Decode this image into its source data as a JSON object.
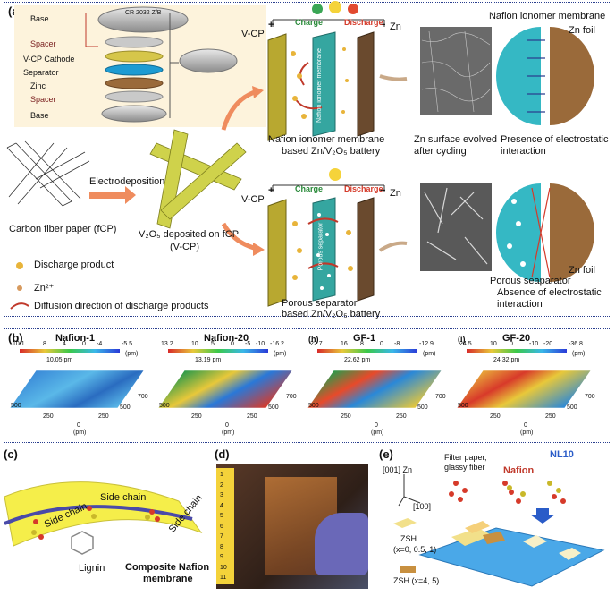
{
  "panel_a": {
    "tag": "(a)",
    "stack": [
      "Base",
      "Spacer",
      "V-CP Cathode",
      "Separator",
      "Zinc",
      "Spacer",
      "Base"
    ],
    "coin_label": "CR 2032 Z/B",
    "fcp_label": "Carbon fiber paper (fCP)",
    "electrodeposition": "Electrodeposition",
    "vcp_label_1": "V₂O₅ deposited on fCP",
    "vcp_label_2": "(V-CP)",
    "legend": {
      "discharge_product": "Discharge product",
      "zn_ion": "Zn²⁺",
      "diffusion": "Diffusion direction of discharge products"
    },
    "top_cell": {
      "plus": "+",
      "minus": "−",
      "charge": "Charge",
      "discharge": "Discharge",
      "vcp": "V-CP",
      "zn": "Zn",
      "membrane_text": "Nafion ionomer membrane",
      "caption_1": "Nafion ionomer membrane",
      "caption_2": "based Zn/V₂O₅ battery"
    },
    "bottom_cell": {
      "plus": "+",
      "minus": "−",
      "charge": "Charge",
      "discharge": "Discharge",
      "vcp": "V-CP",
      "zn": "Zn",
      "membrane_text": "Porous separator",
      "caption_1": "Porous separator",
      "caption_2": "based Zn/V₂O₅ battery"
    },
    "sem_top_caption_1": "Zn surface evolved",
    "sem_top_caption_2": "after cycling",
    "circle_top": {
      "membrane": "Nafion ionomer membrane",
      "foil": "Zn foil",
      "caption_1": "Presence of electrostatic",
      "caption_2": "interaction"
    },
    "circle_bottom": {
      "separator": "Porous seaparator",
      "foil": "Zn foil",
      "caption_1": "Absence of electrostatic",
      "caption_2": "interaction"
    }
  },
  "panel_b": {
    "tag": "(b)",
    "maps": [
      {
        "title": "Nafion-1",
        "max": "10.1",
        "ticks": [
          "8",
          "4",
          "0",
          "-4"
        ],
        "min": "-5.5",
        "unit": "(pm)",
        "height": "10.05 pm",
        "ax_a": "500",
        "ax_b": "250",
        "ax_c": "0",
        "ax_d": "250",
        "ax_e": "500",
        "ax_f": "700",
        "ax_z": "(pm)"
      },
      {
        "title": "Nafion-20",
        "max": "13.2",
        "ticks": [
          "10",
          "5",
          "0",
          "-5",
          "-10"
        ],
        "min": "-16.2",
        "unit": "(pm)",
        "height": "13.19 pm",
        "ax_a": "500",
        "ax_b": "250",
        "ax_c": "0",
        "ax_d": "250",
        "ax_e": "500",
        "ax_f": "700",
        "ax_z": "(pm)"
      },
      {
        "title": "GF-1",
        "max": "22.7",
        "ticks": [
          "16",
          "8",
          "0",
          "-8"
        ],
        "min": "-12.9",
        "unit": "(pm)",
        "height": "22.62 pm",
        "ax_a": "500",
        "ax_b": "250",
        "ax_c": "0",
        "ax_d": "250",
        "ax_e": "500",
        "ax_f": "700",
        "ax_z": "(pm)",
        "corner": "(h)"
      },
      {
        "title": "GF-20",
        "max": "24.5",
        "ticks": [
          "10",
          "0",
          "-10",
          "-20"
        ],
        "min": "-36.8",
        "unit": "(pm)",
        "height": "24.32 pm",
        "ax_a": "500",
        "ax_b": "250",
        "ax_c": "0",
        "ax_d": "250",
        "ax_e": "500",
        "ax_f": "700",
        "ax_z": "(pm)",
        "corner": "(i)"
      }
    ]
  },
  "panel_c": {
    "tag": "(c)",
    "side_chain_1": "Side chain",
    "side_chain_2": "Side chain",
    "side_chain_3": "Side chain",
    "lignin": "Lignin",
    "composite_1": "Composite Nafion",
    "composite_2": "membrane"
  },
  "panel_d": {
    "tag": "(d)",
    "ruler": [
      "1",
      "2",
      "3",
      "4",
      "5",
      "6",
      "7",
      "8",
      "9",
      "10",
      "11"
    ]
  },
  "panel_e": {
    "tag": "(e)",
    "axis_001": "[001] Zn",
    "axis_100": "[100]",
    "filter_1": "Filter paper,",
    "filter_2": "glassy fiber",
    "nafion": "Nafion",
    "nl10": "NL10",
    "zsh_1": "ZSH",
    "zsh_1b": "(x=0, 0.5, 1)",
    "zsh_2": "ZSH (x=4, 5)"
  }
}
